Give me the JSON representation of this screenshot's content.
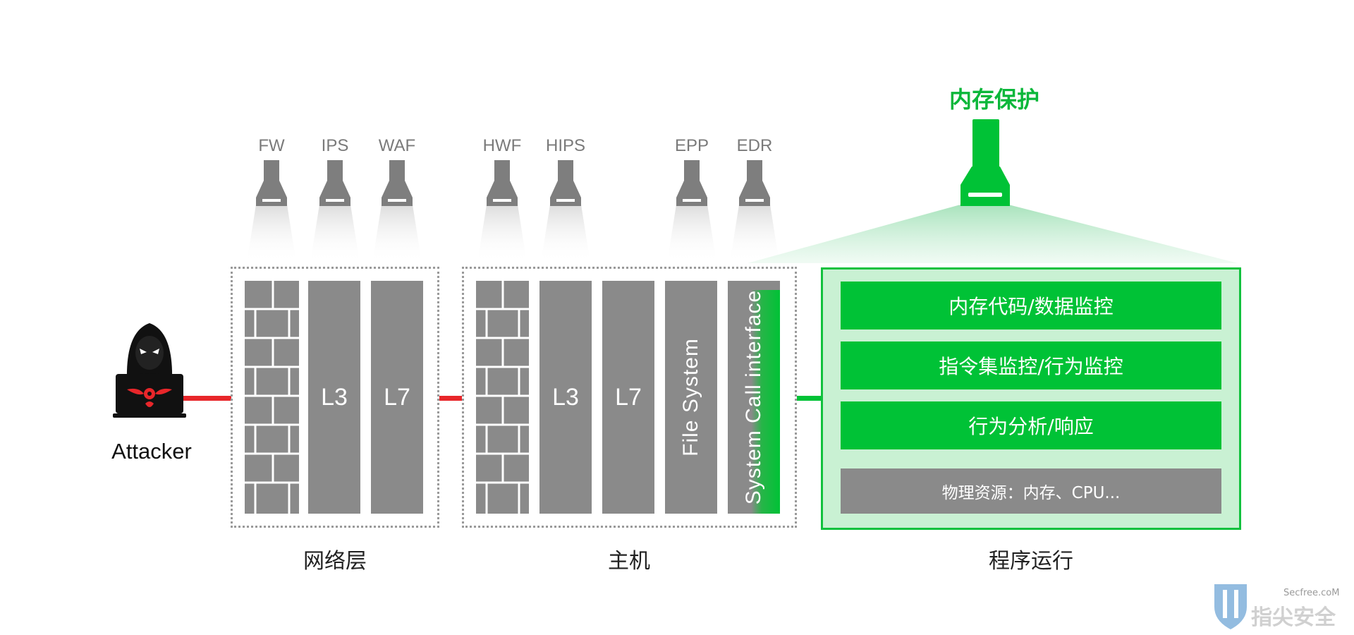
{
  "attacker": {
    "label": "Attacker"
  },
  "lamps": [
    {
      "label": "FW"
    },
    {
      "label": "IPS"
    },
    {
      "label": "WAF"
    },
    {
      "label": "HWF"
    },
    {
      "label": "HIPS"
    },
    {
      "label": "EPP"
    },
    {
      "label": "EDR"
    }
  ],
  "memory_protection": {
    "title": "内存保护"
  },
  "network_layer": {
    "label": "网络层",
    "columns": [
      {
        "label": ""
      },
      {
        "label": "L3"
      },
      {
        "label": "L7"
      }
    ]
  },
  "host": {
    "label": "主机",
    "columns": [
      {
        "label": ""
      },
      {
        "label": "L3"
      },
      {
        "label": "L7"
      },
      {
        "label": "File System"
      },
      {
        "label": "System Call interface"
      }
    ]
  },
  "runtime": {
    "label": "程序运行",
    "rows": [
      {
        "label": "内存代码/数据监控"
      },
      {
        "label": "指令集监控/行为监控"
      },
      {
        "label": "行为分析/响应"
      },
      {
        "label": "物理资源：内存、CPU..."
      }
    ]
  },
  "watermark": {
    "site": "Secfree.coM",
    "brand": "指尖安全"
  },
  "colors": {
    "green": "#00c236",
    "gray": "#8a8a8a",
    "red": "#e8262a",
    "panel_bg": "#c9f1d3"
  }
}
